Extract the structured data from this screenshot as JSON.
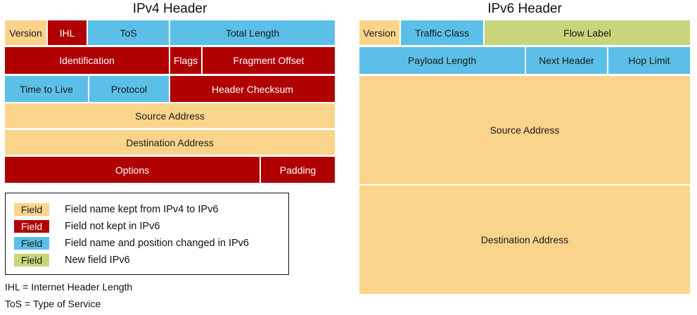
{
  "ipv4": {
    "title": "IPv4 Header",
    "version": "Version",
    "ihl": "IHL",
    "tos": "ToS",
    "total_length": "Total Length",
    "identification": "Identification",
    "flags": "Flags",
    "fragment_offset": "Fragment Offset",
    "ttl": "Time to Live",
    "protocol": "Protocol",
    "header_checksum": "Header Checksum",
    "source_address": "Source Address",
    "destination_address": "Destination Address",
    "options": "Options",
    "padding": "Padding"
  },
  "ipv6": {
    "title": "IPv6 Header",
    "version": "Version",
    "traffic_class": "Traffic Class",
    "flow_label": "Flow Label",
    "payload_length": "Payload Length",
    "next_header": "Next Header",
    "hop_limit": "Hop Limit",
    "source_address": "Source Address",
    "destination_address": "Destination Address"
  },
  "legend": {
    "items": [
      {
        "swatch": "Field",
        "text": "Field name kept from IPv4 to IPv6",
        "color": "#fad48b"
      },
      {
        "swatch": "Field",
        "text": "Field not kept in IPv6",
        "color": "#b00000"
      },
      {
        "swatch": "Field",
        "text": "Field name and position changed in IPv6",
        "color": "#5bbfe8"
      },
      {
        "swatch": "Field",
        "text": "New field IPv6",
        "color": "#c8d57c"
      }
    ]
  },
  "notes": {
    "ihl": "IHL = Internet Header Length",
    "tos": "ToS = Type of Service"
  },
  "colors": {
    "kept": "#fad48b",
    "removed": "#b00000",
    "changed": "#5bbfe8",
    "new": "#c8d57c"
  }
}
